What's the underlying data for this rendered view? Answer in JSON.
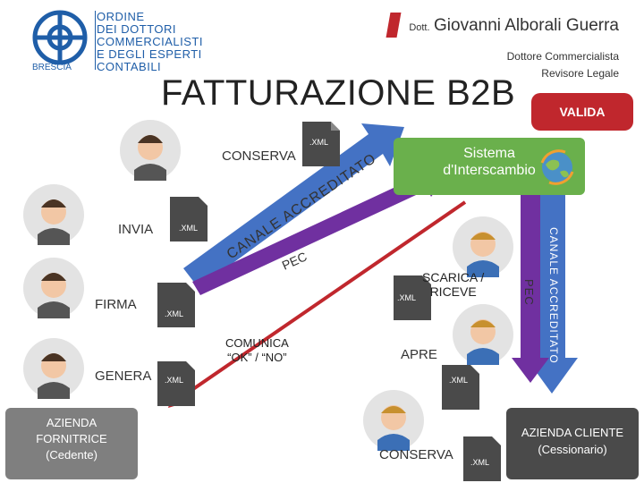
{
  "header": {
    "logo_lines": [
      "ORDINE",
      "DEI DOTTORI",
      "COMMERCIALISTI",
      "E DEGLI ESPERTI",
      "CONTABILI"
    ],
    "logo_city": "BRESCIA",
    "author_prefix": "Dott.",
    "author_name": "Giovanni Alborali Guerra",
    "author_role_1": "Dottore Commercialista",
    "author_role_2": "Revisore Legale"
  },
  "title": "FATTURAZIONE B2B",
  "valida": "VALIDA",
  "sdi_line1": "Sistema",
  "sdi_line2": "d'Interscambio",
  "labels": {
    "conserva_top": "CONSERVA",
    "invia": "INVIA",
    "firma": "FIRMA",
    "genera": "GENERA",
    "scarica_1": "SCARICA /",
    "scarica_2": "RICEVE",
    "apre": "APRE",
    "conserva_bottom": "CONSERVA",
    "comunica_1": "COMUNICA",
    "comunica_2": "“OK” / “NO”",
    "canale_diag": "CANALE  ACCREDITATO",
    "pec_diag": "PEC",
    "pec_vert": "PEC",
    "canale_vert": "CANALE  ACCREDITATO"
  },
  "doc_label": ".XML",
  "supplier": {
    "line1": "AZIENDA",
    "line2": "FORNITRICE",
    "line3": "(Cedente)"
  },
  "client": {
    "line1": "AZIENDA CLIENTE",
    "line2": "(Cessionario)"
  },
  "colors": {
    "red": "#c0272d",
    "green": "#6ab04c",
    "blue": "#4472c4",
    "purple": "#7030a0",
    "gray": "#7f7f7f",
    "dark": "#4a4a4a"
  }
}
